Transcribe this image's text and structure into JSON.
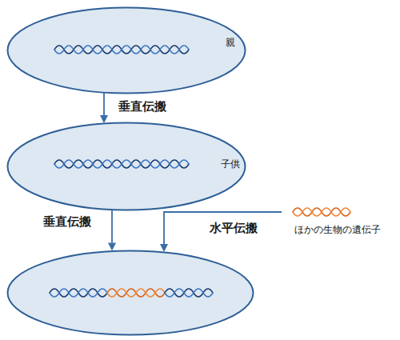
{
  "diagram": {
    "nodes": [
      {
        "text": [
          "親"
        ]
      },
      {
        "text": [
          "子供"
        ]
      },
      {
        "text": []
      },
      {
        "text": [
          "ほかの生物の遺伝子"
        ]
      }
    ],
    "edges": [
      {
        "from": 0,
        "to": 1,
        "arrow": "to",
        "label": "垂直伝搬"
      },
      {
        "from": 1,
        "to": 2,
        "arrow": "to",
        "label": "垂直伝搬"
      },
      {
        "from": 3,
        "to": 2,
        "arrow": "to",
        "label": "水平伝搬"
      }
    ]
  }
}
